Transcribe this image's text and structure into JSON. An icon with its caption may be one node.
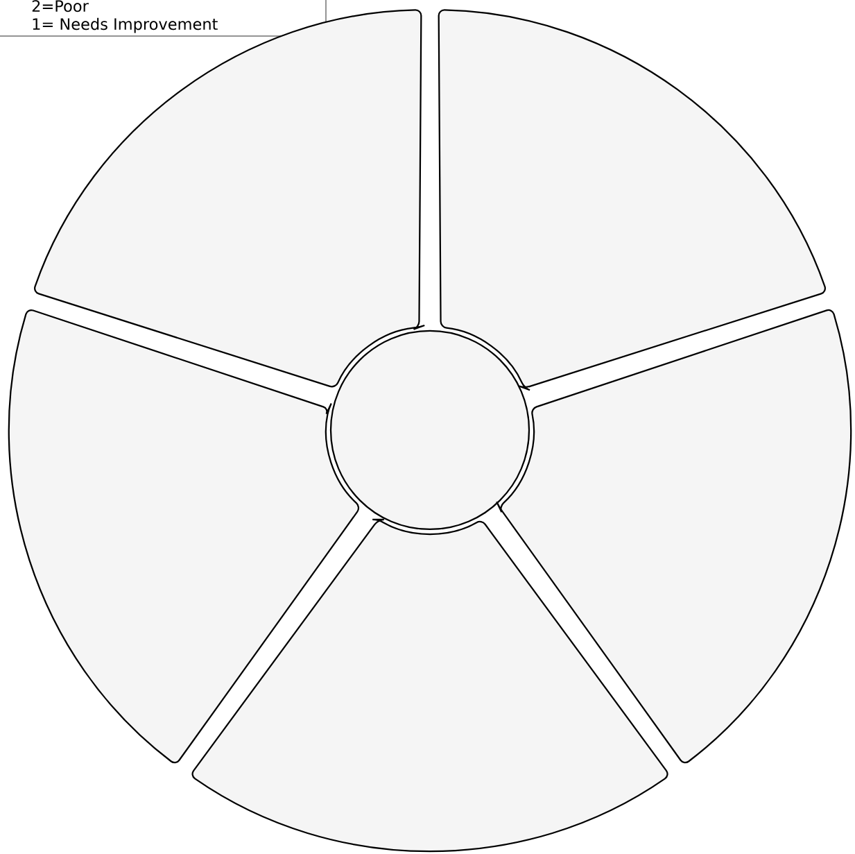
{
  "diagram": {
    "nodes": [
      {
        "text": [
          "2=Poor",
          "1= Needs Improvement"
        ]
      },
      {
        "text": [],
        "shape": "sector"
      },
      {
        "text": [],
        "shape": "sector"
      },
      {
        "text": [],
        "shape": "sector"
      },
      {
        "text": [],
        "shape": "circle"
      },
      {
        "text": [],
        "shape": "sector"
      },
      {
        "text": [],
        "shape": "sector"
      }
    ]
  }
}
